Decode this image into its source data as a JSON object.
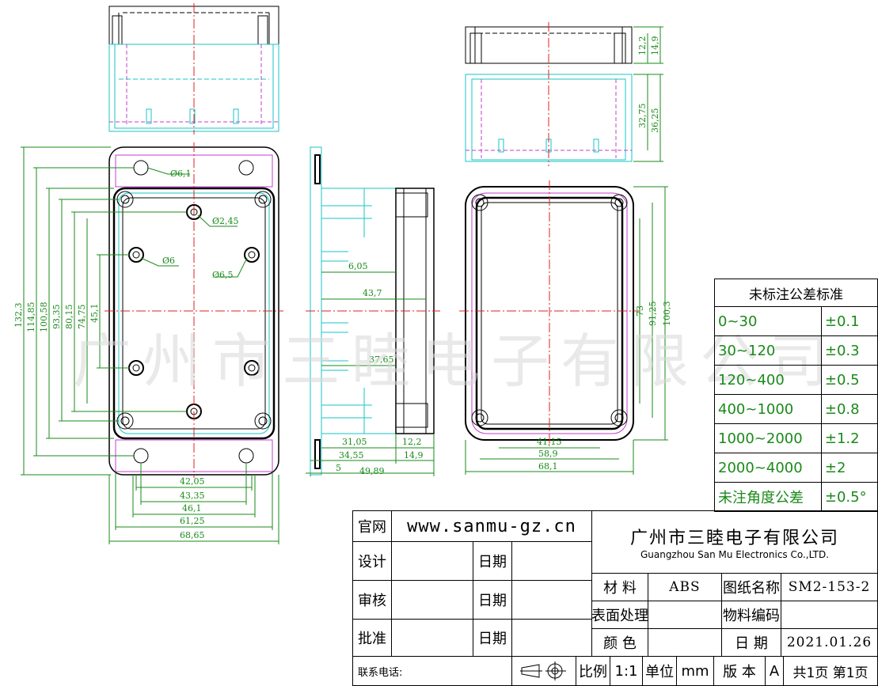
{
  "watermark": "广州市三睦电子有限公司",
  "front_view": {
    "hole_labels": [
      "Ø6,1",
      "Ø2,45",
      "Ø6",
      "Ø6,5"
    ],
    "vertical_dims": [
      "132,3",
      "114,85",
      "100,58",
      "93,35",
      "80,15",
      "74,75",
      "45,1"
    ],
    "horizontal_dims": [
      "42,05",
      "43,35",
      "46,1",
      "61,25",
      "68,65"
    ]
  },
  "side_view": {
    "dims": [
      "6,05",
      "43,7",
      "37,65",
      "31,05",
      "12,2",
      "34,55",
      "14,9",
      "5",
      "49,89"
    ]
  },
  "top_views": {
    "lid_dims": [
      "12,2",
      "14,9"
    ],
    "base_dims": [
      "32,75",
      "36,25"
    ]
  },
  "back_view": {
    "vertical_dims": [
      "73",
      "91,25",
      "100,3"
    ],
    "horizontal_dims": [
      "41,15",
      "58,9",
      "68,1"
    ]
  },
  "tolerance_table": {
    "title": "未标注公差标准",
    "rows": [
      {
        "range": "0~30",
        "tol": "±0.1"
      },
      {
        "range": "30~120",
        "tol": "±0.3"
      },
      {
        "range": "120~400",
        "tol": "±0.5"
      },
      {
        "range": "400~1000",
        "tol": "±0.8"
      },
      {
        "range": "1000~2000",
        "tol": "±1.2"
      },
      {
        "range": "2000~4000",
        "tol": "±2"
      },
      {
        "range": "未注角度公差",
        "tol": "±0.5°"
      }
    ]
  },
  "title_block": {
    "website_label": "官网",
    "website": "www.sanmu-gz.cn",
    "company_cn": "广州市三睦电子有限公司",
    "company_en": "Guangzhou San Mu Electronics Co.,LTD.",
    "design_label": "设计",
    "review_label": "审核",
    "approve_label": "批准",
    "date_label": "日期",
    "material_label": "材 料",
    "material": "ABS",
    "drawing_name_label": "图纸名称",
    "drawing_name": "SM2-153-2",
    "surface_label": "表面处理",
    "part_no_label": "物料编码",
    "color_label": "颜 色",
    "date2_label": "日 期",
    "date2": "2021.01.26",
    "contact_label": "联系电话:",
    "scale_label": "比例",
    "scale": "1:1",
    "unit_label": "单位",
    "unit": "mm",
    "version_label": "版 本",
    "version": "A",
    "pages": "共1页 第1页"
  }
}
